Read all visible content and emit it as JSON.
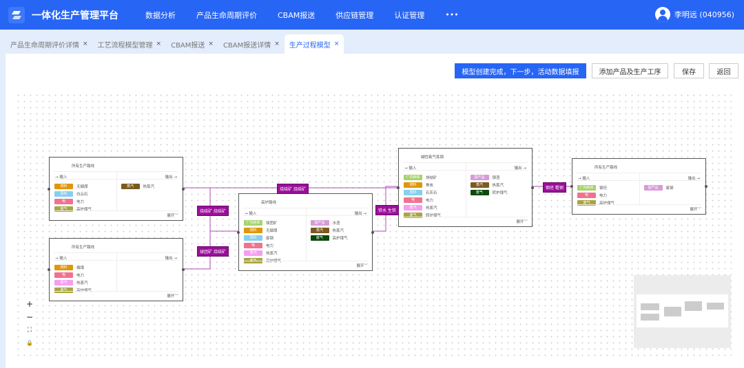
{
  "header": {
    "title": "一体化生产管理平台",
    "nav": [
      "数据分析",
      "产品生命周期评价",
      "CBAM报送",
      "供应链管理",
      "认证管理",
      "•••"
    ],
    "user": "李明远 (040956)"
  },
  "tabs": [
    {
      "label": "产品生命周期评价详情"
    },
    {
      "label": "工艺流程模型管理"
    },
    {
      "label": "CBAM报送"
    },
    {
      "label": "CBAM报送详情"
    },
    {
      "label": "生产过程模型",
      "active": true
    }
  ],
  "tab_close": "×",
  "toolbar": {
    "next": "模型创建完成，下一步，活动数据填报",
    "add": "添加产品及生产工序",
    "save": "保存",
    "back": "返回"
  },
  "node_labels": {
    "input": "→ 输入",
    "output": "输出 →",
    "expand": "展开﹀"
  },
  "colors": {
    "header": "#2765f5",
    "edge": "#b24ab8",
    "edge_label": "#9a0f9a"
  },
  "nodes": [
    {
      "title": "所有生产路线",
      "inputs": [
        {
          "tag": "燃料",
          "name": "无烟煤",
          "color": "#e0960a"
        },
        {
          "tag": "原料",
          "name": "白云石",
          "color": "#86cfee"
        },
        {
          "tag": "电",
          "name": "电力",
          "color": "#f0728f"
        },
        {
          "tag": "废气",
          "name": "高炉煤气",
          "color": "#a9a542"
        }
      ],
      "outputs": [
        {
          "tag": "蒸汽",
          "name": "热蒸汽",
          "color": "#7b5a20"
        }
      ]
    },
    {
      "title": "所有生产路线",
      "inputs": [
        {
          "tag": "燃料",
          "name": "烟煤",
          "color": "#e0960a"
        },
        {
          "tag": "电",
          "name": "电力",
          "color": "#f0728f"
        },
        {
          "tag": "蒸汽",
          "name": "热蒸汽",
          "color": "#f59ef0"
        },
        {
          "tag": "废气",
          "name": "高炉煤气",
          "color": "#a9a542"
        }
      ],
      "outputs": []
    },
    {
      "title": "高炉路线",
      "inputs": [
        {
          "tag": "厂内耗体",
          "name": "球团矿",
          "color": "#a5d36b"
        },
        {
          "tag": "燃料",
          "name": "无烟煤",
          "color": "#e0960a"
        },
        {
          "tag": "原料",
          "name": "废钢",
          "color": "#86cfee"
        },
        {
          "tag": "电",
          "name": "电力",
          "color": "#f0728f"
        },
        {
          "tag": "蒸汽",
          "name": "热蒸汽",
          "color": "#f59ef0"
        },
        {
          "tag": "废气",
          "name": "高炉煤气",
          "color": "#a9a542"
        }
      ],
      "outputs": [
        {
          "tag": "副产品",
          "name": "水渣",
          "color": "#d89ad8"
        },
        {
          "tag": "蒸汽",
          "name": "热蒸汽",
          "color": "#7b5a20"
        },
        {
          "tag": "废气",
          "name": "高炉煤气",
          "color": "#0a4a0a"
        }
      ]
    },
    {
      "title": "碱性氧气炼钢",
      "inputs": [
        {
          "tag": "厂内耗体",
          "name": "烧结矿",
          "color": "#a5d36b"
        },
        {
          "tag": "燃料",
          "name": "焦炭",
          "color": "#e0960a"
        },
        {
          "tag": "原料",
          "name": "石灰石",
          "color": "#86cfee"
        },
        {
          "tag": "电",
          "name": "电力",
          "color": "#f0728f"
        },
        {
          "tag": "蒸汽",
          "name": "热蒸汽",
          "color": "#f59ef0"
        },
        {
          "tag": "废气",
          "name": "转炉煤气",
          "color": "#a9a542"
        }
      ],
      "outputs": [
        {
          "tag": "副产品",
          "name": "钢渣",
          "color": "#d89ad8"
        },
        {
          "tag": "蒸汽",
          "name": "热蒸汽",
          "color": "#7b5a20"
        },
        {
          "tag": "废气",
          "name": "转炉煤气",
          "color": "#0a4a0a"
        }
      ]
    },
    {
      "title": "所有生产路线",
      "inputs": [
        {
          "tag": "厂内耗体",
          "name": "钢坯",
          "color": "#a5d36b"
        },
        {
          "tag": "电",
          "name": "电力",
          "color": "#f0728f"
        },
        {
          "tag": "废气",
          "name": "高炉煤气",
          "color": "#a9a542"
        }
      ],
      "outputs": [
        {
          "tag": "副产品",
          "name": "废钢",
          "color": "#d89ad8"
        }
      ]
    }
  ],
  "edges": [
    "烧结矿 烧结矿",
    "烧结矿 烧结矿",
    "球团矿 烧结矿",
    "铁水 生铁",
    "钢坯 粗钢"
  ],
  "zoom_controls": [
    "+",
    "−",
    "⛶",
    "🔒"
  ]
}
